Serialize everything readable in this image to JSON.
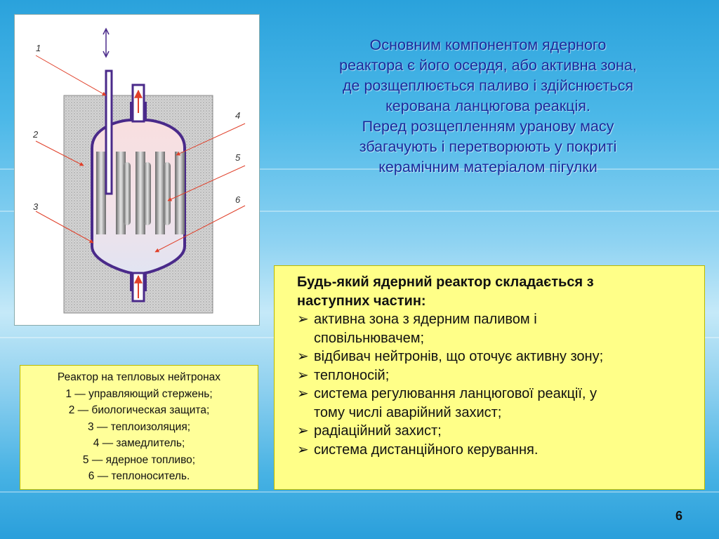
{
  "figure": {
    "labels": [
      "1",
      "2",
      "3",
      "4",
      "5",
      "6"
    ]
  },
  "intro": {
    "lines": [
      "Основним компонентом ядерного",
      "реактора є його осердя, або активна зона,",
      "де розщеплюється паливо і здійснюється",
      "керована ланцюгова реакція.",
      "Перед розщепленням уранову масу",
      "збагачують і перетворюють у покриті",
      "керамічним матеріалом пігулки"
    ]
  },
  "parts": {
    "heading_lines": [
      "Будь-який ядерний реактор складається з",
      "наступних частин:"
    ],
    "bullet_glyph": "➢",
    "items": [
      {
        "line1": "активна зона з ядерним паливом і",
        "line2": "сповільнювачем;"
      },
      {
        "line1": "відбивач нейтронів, що оточує активну зону;",
        "line2": ""
      },
      {
        "line1": "теплоносій;",
        "line2": ""
      },
      {
        "line1": "система регулювання ланцюгової реакції, у",
        "line2": "тому числі аварійний захист;"
      },
      {
        "line1": "радіаційний захист;",
        "line2": ""
      },
      {
        "line1": "система дистанційного керування.",
        "line2": ""
      }
    ]
  },
  "legend": {
    "lines": [
      "Реактор на тепловых нейтронах",
      "1 — управляющий стержень;",
      "2 — биологическая защита;",
      "3 — теплоизоляция;",
      "4 — замедлитель;",
      "5 — ядерное топливо;",
      "6 — теплоноситель."
    ]
  },
  "page": {
    "number": "6"
  },
  "colors": {
    "vessel_outline": "#4a2a8a",
    "shield": "#d2d2d2",
    "coolant_top": "#f9dede",
    "coolant_bottom": "#dde4f4",
    "arrow_red": "#e0402a",
    "heading_blue": "#1a2a9a",
    "yellow_box": "#ffff88"
  }
}
